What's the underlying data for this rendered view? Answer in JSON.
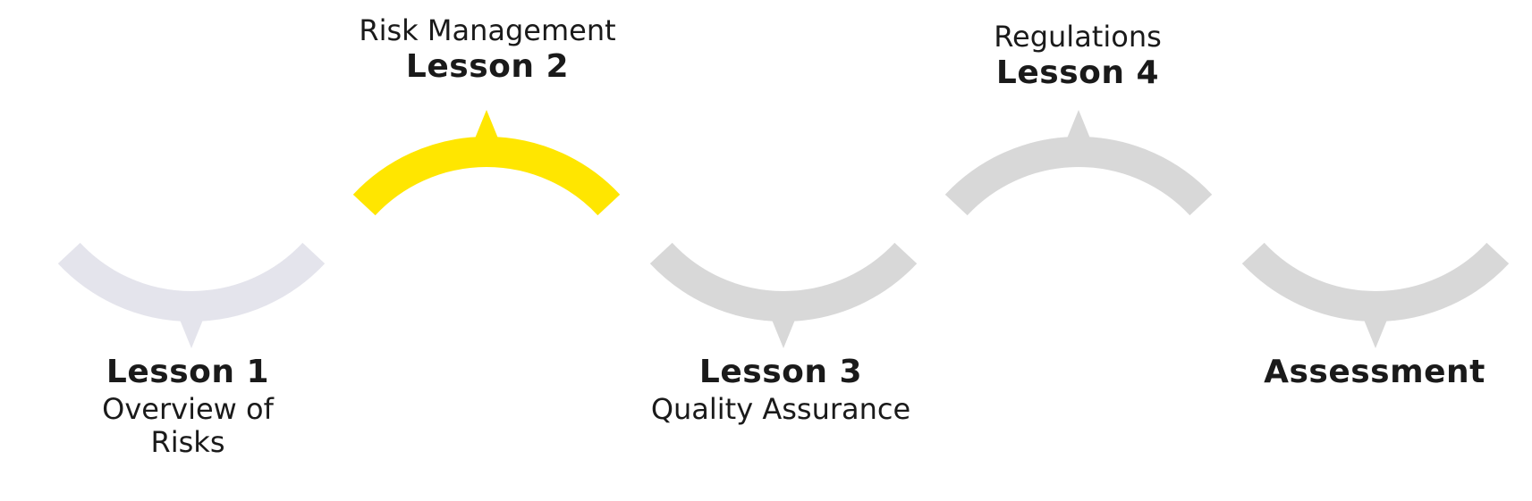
{
  "colors": {
    "active": "#FFE600",
    "first_segment": "#E4E4EC",
    "inactive": "#D8D8D8"
  },
  "lessons": [
    {
      "title": "Lesson 1",
      "subtitle": "Overview of\nRisks",
      "status": "inactive-light"
    },
    {
      "title": "Lesson 2",
      "subtitle": "Risk Management",
      "status": "active"
    },
    {
      "title": "Lesson 3",
      "subtitle": "Quality Assurance",
      "status": "inactive"
    },
    {
      "title": "Lesson 4",
      "subtitle": "Regulations",
      "status": "inactive"
    },
    {
      "title": "Assessment",
      "subtitle": "",
      "status": "inactive"
    }
  ]
}
